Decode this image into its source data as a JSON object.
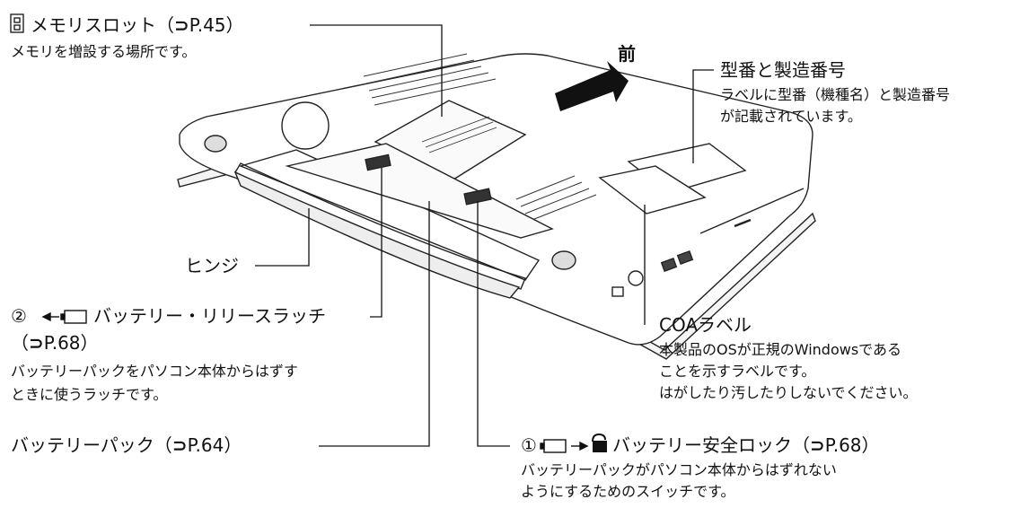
{
  "callouts": {
    "memory_slot": {
      "title": "メモリスロット（",
      "ref": "P.45",
      "close": "）",
      "desc": "メモリを増設する場所です。"
    },
    "front": {
      "label": "前"
    },
    "model_serial": {
      "title": "型番と製造番号",
      "desc1": "ラベルに型番（機種名）と製造番号",
      "desc2": "が記載されています。"
    },
    "hinge": {
      "label": "ヒンジ"
    },
    "battery_release": {
      "num": "②",
      "title": "バッテリー・リリースラッチ",
      "ref": "P.68",
      "desc1": "バッテリーパックをパソコン本体からはずす",
      "desc2": "ときに使うラッチです。"
    },
    "coa_label": {
      "title": "COAラベル",
      "desc1": "本製品のOSが正規のWindowsである",
      "desc2": "ことを示すラベルです。",
      "desc3": "はがしたり汚したりしないでください。"
    },
    "battery_pack": {
      "title": "バッテリーパック（",
      "ref": "P.64",
      "close": "）"
    },
    "battery_lock": {
      "num": "①",
      "title": "バッテリー安全ロック（",
      "ref": "P.68",
      "close": "）",
      "desc1": "バッテリーパックがパソコン本体からはずれない",
      "desc2": "ようにするためのスイッチです。"
    }
  },
  "ref_paren_open": "（",
  "ref_paren_close": "）",
  "icons": [
    "memory-icon",
    "page-ref-arrow-icon",
    "battery-icon",
    "arrow-left-icon",
    "arrow-right-icon",
    "unlock-icon"
  ]
}
